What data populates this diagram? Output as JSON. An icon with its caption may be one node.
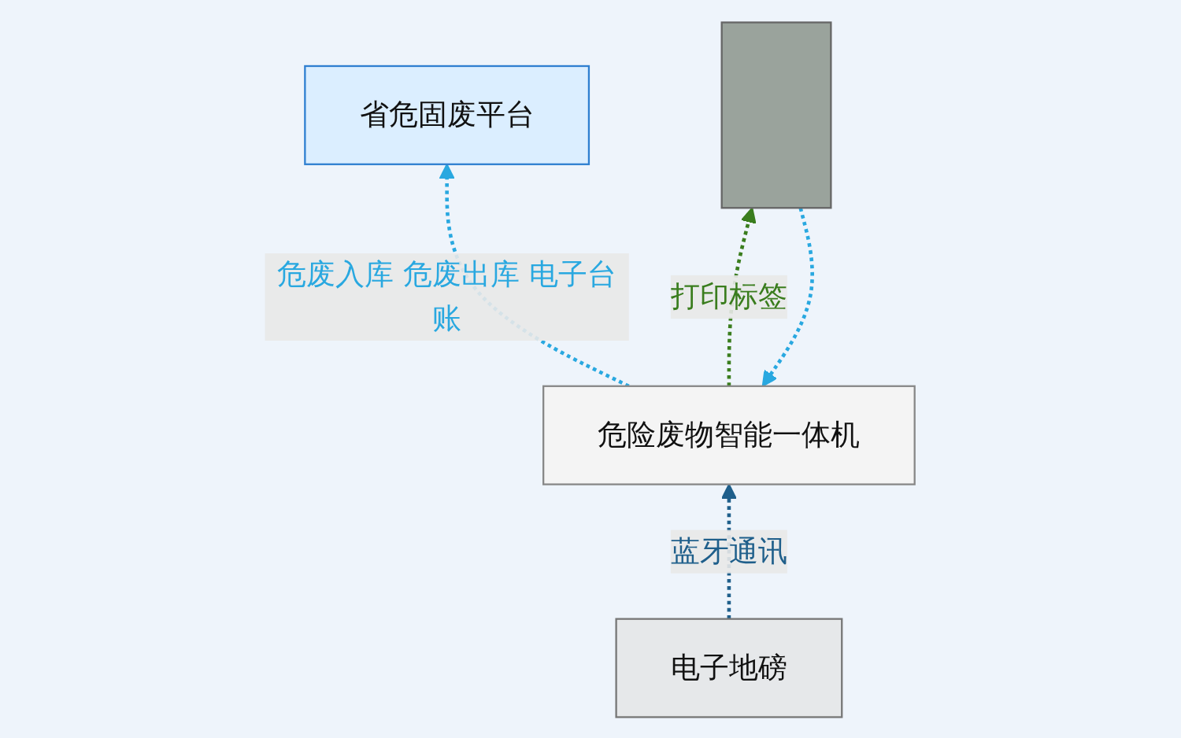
{
  "diagram": {
    "nodes": [
      {
        "text": [
          "省危固废平台"
        ]
      },
      {
        "text": [
          "危险废物智能一体机"
        ]
      },
      {
        "text": [],
        "shape": "box"
      },
      {
        "text": [
          "电子地磅"
        ]
      }
    ],
    "edges": [
      {
        "from": 1,
        "to": 0,
        "arrow": "to",
        "label": "危废入库 危废出库 电子台账",
        "style": "dashed",
        "color": "#29a8e0"
      },
      {
        "from": 1,
        "to": 2,
        "arrow": "to",
        "label": "打印标签",
        "style": "dashed",
        "color": "#3a7d1e"
      },
      {
        "from": 2,
        "to": 1,
        "arrow": "to",
        "style": "dashed",
        "color": "#29a8e0"
      },
      {
        "from": 3,
        "to": 1,
        "arrow": "to",
        "label": "蓝牙通讯",
        "style": "dashed",
        "color": "#1f5f8b"
      }
    ]
  }
}
